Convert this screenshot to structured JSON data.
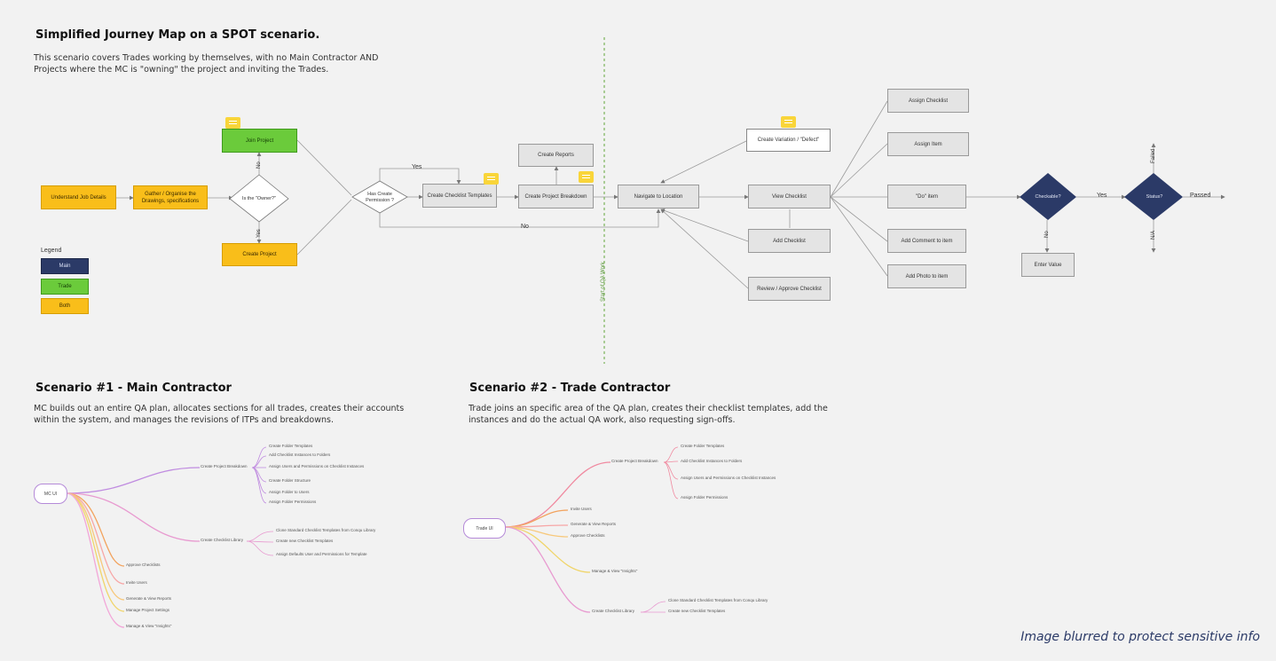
{
  "journey": {
    "title": "Simplified Journey Map on a SPOT scenario.",
    "description_lines": [
      "This scenario covers Trades working by themselves, with no Main Contractor AND",
      "Projects where the MC is \"owning\" the project and inviting the Trades."
    ],
    "nodes": {
      "understand": "Understand Job Details",
      "gather": "Gather / Organise the Drawings, specifications",
      "is_owner": "Is the \"Owner?\"",
      "join_project": "Join Project",
      "create_project": "Create Project",
      "has_permission": "Has Create Permission ?",
      "create_templates": "Create Checklist Templates",
      "create_reports": "Create Reports",
      "create_breakdown": "Create Project Breakdown",
      "navigate": "Navigate to Location",
      "create_variation": "Create Variation / \"Defect\"",
      "view_checklist": "View Checklist",
      "add_checklist": "Add Checklist",
      "review_approve": "Review / Approve Checklist",
      "assign_checklist": "Assign Checklist",
      "assign_item": "Assign Item",
      "do_item": "\"Do\" item",
      "add_comment": "Add Comment to item",
      "add_photo": "Add Photo to item",
      "checkable": "Checkable?",
      "status": "Status?",
      "enter_value": "Enter Value"
    },
    "edge_labels": {
      "no_top": "No",
      "yes_bottom": "Yes",
      "yes_permission": "Yes",
      "no_permission": "No",
      "yes_checkable": "Yes",
      "no_checkable": "No",
      "failed": "Failed",
      "passed": "Passed",
      "na": "N/A"
    },
    "divider_label": "Start of QA Work",
    "legend": {
      "title": "Legend",
      "items": [
        "Main",
        "Trade",
        "Both"
      ]
    }
  },
  "scenario1": {
    "title": "Scenario #1 - Main Contractor",
    "description_lines": [
      "MC builds out an entire QA plan, allocates sections for all trades, creates their accounts",
      "within the system, and manages the revisions of ITPs and breakdowns."
    ],
    "root": "MC UI",
    "branches": {
      "breakdown": "Create Project Breakdown",
      "breakdown_children": [
        "Create Folder Templates",
        "Add Checklist Instances to Folders",
        "Assign Users and Permissions on Checklist Instances",
        "Create Folder Structure",
        "Assign Folder to Users",
        "Assign Folder Permissions"
      ],
      "library": "Create Checklist Library",
      "library_children": [
        "Clone Standard Checklist Templates from Conqu Library",
        "Create new Checklist Templates",
        "Assign Defaults User and Permissions for Template"
      ],
      "others": [
        "Approve Checklists",
        "Invite Users",
        "Generate & View Reports",
        "Manage Project Settings",
        "Manage & View \"Insights\""
      ]
    }
  },
  "scenario2": {
    "title": "Scenario #2 - Trade Contractor",
    "description_lines": [
      "Trade joins an specific area of the QA plan, creates their checklist templates, add the",
      "instances and do the actual QA work, also requesting sign-offs."
    ],
    "root": "Trade UI",
    "branches": {
      "breakdown": "Create Project Breakdown",
      "breakdown_children": [
        "Create Folder Templates",
        "Add Checklist Instances to Folders",
        "Assign Users and Permissions on Checklist Instances",
        "Assign Folder Permissions"
      ],
      "others": [
        "Invite Users",
        "Generate & View Reports",
        "Approve Checklists",
        "Manage & View \"Insights\""
      ],
      "library": "Create Checklist Library",
      "library_children": [
        "Clone Standard Checklist Templates from Conqu Library",
        "Create new Checklist Templates"
      ]
    }
  },
  "footer_note": "Image blurred to protect sensitive info",
  "colors": {
    "main": "#2b3a67",
    "trade": "#6bcb3b",
    "both": "#f9be1a",
    "divider": "#7bb35a"
  }
}
